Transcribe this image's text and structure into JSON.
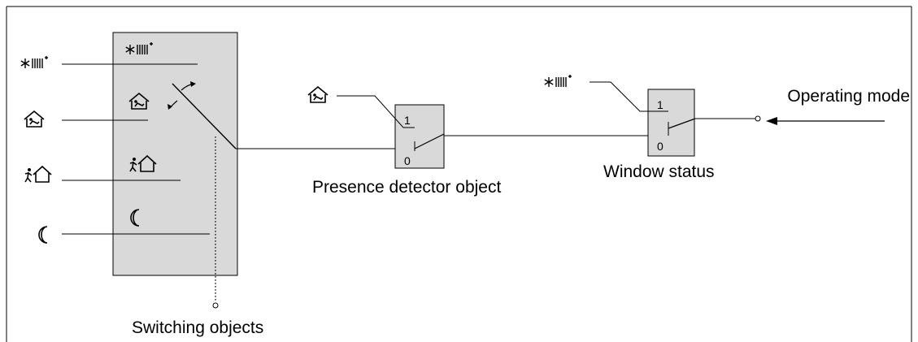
{
  "labels": {
    "operating_mode": "Operating mode",
    "window_status": "Window status",
    "presence_detector": "Presence detector object",
    "switching_objects": "Switching objects"
  },
  "switch_numbers": {
    "presence_one": "1",
    "presence_zero": "0",
    "window_one": "1",
    "window_zero": "0"
  },
  "icons": {
    "frost_protection": "frost-protection-icon",
    "comfort": "comfort-icon",
    "standby": "standby-icon",
    "night": "night-icon"
  },
  "colors": {
    "box_fill": "#d9d9d9",
    "stroke": "#000000",
    "background": "#ffffff"
  }
}
